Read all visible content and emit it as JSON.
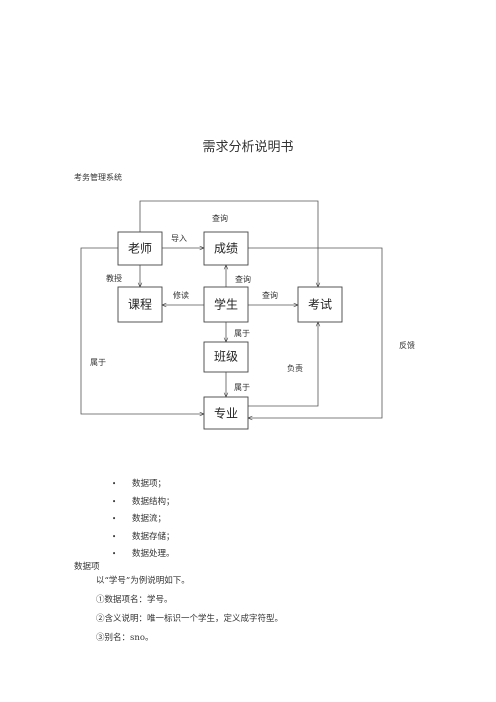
{
  "doc": {
    "title": "需求分析说明书",
    "subtitle": "考务管理系统"
  },
  "diagram": {
    "nodes": {
      "teacher": "老师",
      "score": "成绩",
      "course": "课程",
      "student": "学生",
      "exam": "考试",
      "class": "班级",
      "major": "专业"
    },
    "labels": {
      "query_top": "查询",
      "import": "导入",
      "teach": "教授",
      "query_student_score": "查询",
      "enroll": "修读",
      "query_exam": "查询",
      "belong_class": "属于",
      "belong_major": "属于",
      "belong_teacher": "属于",
      "responsible": "负责",
      "feedback": "反馈"
    }
  },
  "bullets": [
    "数据项；",
    "数据结构；",
    "数据流；",
    "数据存储；",
    "数据处理。"
  ],
  "section": {
    "heading": "数据项",
    "lines": [
      "以“学号”为例说明如下。",
      "①数据项名：学号。",
      "②含义说明：唯一标识一个学生，定义成字符型。",
      "③别名：sno。"
    ]
  }
}
